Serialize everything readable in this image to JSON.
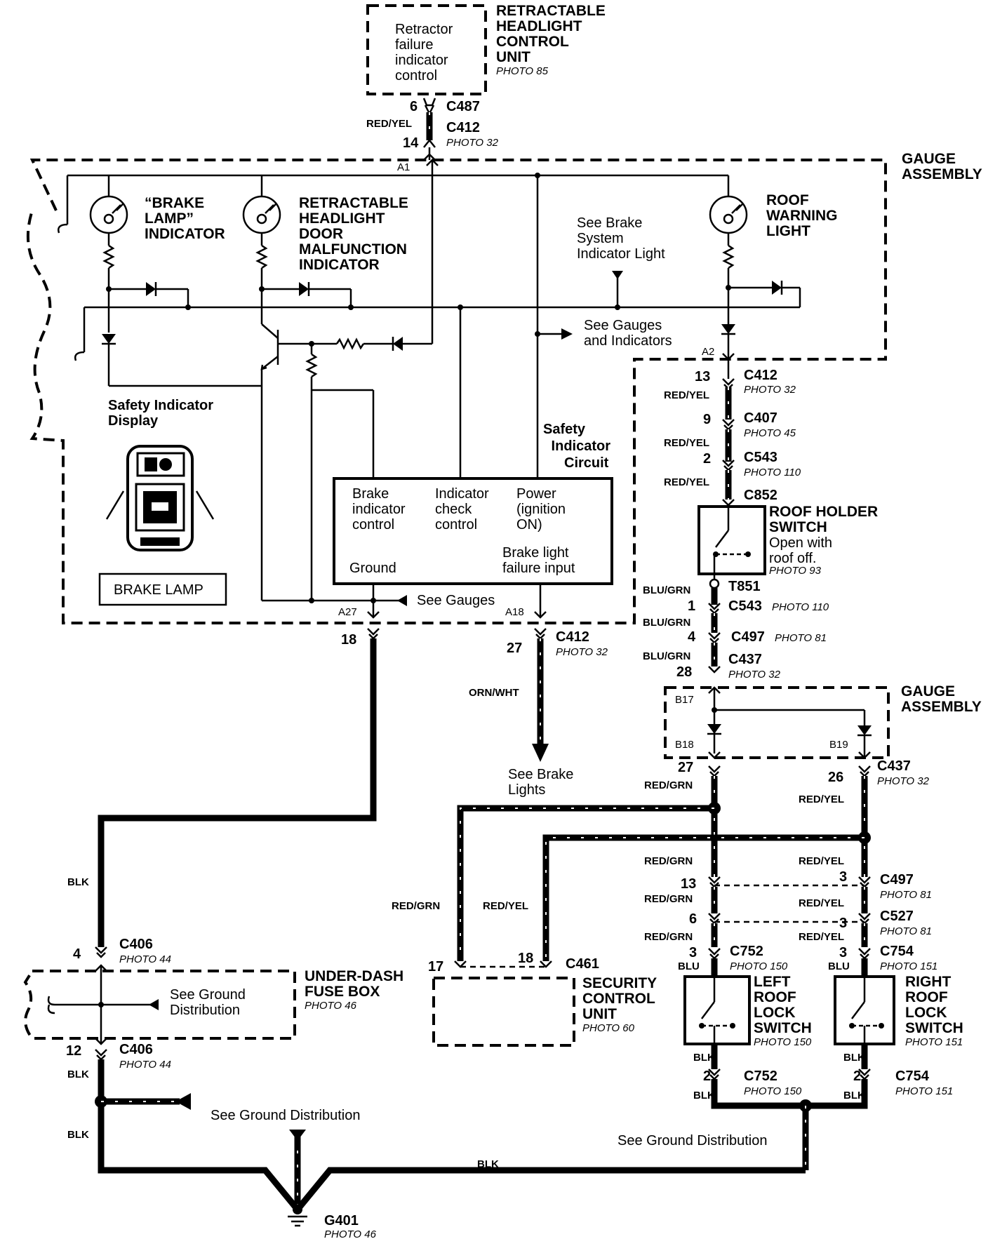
{
  "headlight_unit": {
    "inner": [
      "Retractor",
      "failure",
      "indicator",
      "control"
    ],
    "title": [
      "RETRACTABLE",
      "HEADLIGHT",
      "CONTROL",
      "UNIT"
    ],
    "photo": "PHOTO 85"
  },
  "top_connector": {
    "pin_c487": "6",
    "c487": "C487",
    "wire": "RED/YEL",
    "pin_c412": "14",
    "c412": "C412",
    "photo": "PHOTO 32"
  },
  "gauge_assembly_top": [
    "GAUGE",
    "ASSEMBLY"
  ],
  "brake_lamp_indicator": [
    "“BRAKE",
    "LAMP”",
    "INDICATOR"
  ],
  "door_malfunction_indicator": [
    "RETRACTABLE",
    "HEADLIGHT",
    "DOOR",
    "MALFUNCTION",
    "INDICATOR"
  ],
  "roof_warning_light": [
    "ROOF",
    "WARNING",
    "LIGHT"
  ],
  "see_brake_system": [
    "See Brake",
    "System",
    "Indicator Light"
  ],
  "see_gauges_indicators": [
    "See Gauges",
    "and Indicators"
  ],
  "terminal_labels": {
    "a1": "A1",
    "a2": "A2",
    "a27": "A27",
    "a18": "A18"
  },
  "safety_display": {
    "label": [
      "Safety Indicator",
      "Display"
    ],
    "panel_caption": "BRAKE LAMP"
  },
  "safety_circuit": {
    "label": [
      "Safety",
      "Indicator",
      "Circuit"
    ],
    "brake_control": [
      "Brake",
      "indicator",
      "control"
    ],
    "check_control": [
      "Indicator",
      "check",
      "control"
    ],
    "power": [
      "Power",
      "(ignition",
      "ON)"
    ],
    "ground": "Ground",
    "failure_input": [
      "Brake light",
      "failure input"
    ]
  },
  "see_gauges": "See Gauges",
  "right_chain": {
    "c412": {
      "pin": "13",
      "name": "C412",
      "photo": "PHOTO 32",
      "wire": "RED/YEL"
    },
    "c407": {
      "pin": "9",
      "name": "C407",
      "photo": "PHOTO 45",
      "wire": "RED/YEL"
    },
    "c543": {
      "pin": "2",
      "name": "C543",
      "photo": "PHOTO 110",
      "wire": "RED/YEL"
    },
    "c852": "C852"
  },
  "roof_holder_switch": {
    "title": [
      "ROOF HOLDER",
      "SWITCH"
    ],
    "desc": [
      "Open with",
      "roof off."
    ],
    "photo": "PHOTO 93"
  },
  "lower_chain": {
    "t851": "T851",
    "wire": "BLU/GRN",
    "c543": {
      "pin": "1",
      "name": "C543",
      "photo": "PHOTO 110"
    },
    "c497": {
      "pin": "4",
      "name": "C497",
      "photo": "PHOTO 81"
    },
    "c437": {
      "pin": "28",
      "name": "C437",
      "photo": "PHOTO 32"
    }
  },
  "gauge_assembly_bottom": {
    "title": [
      "GAUGE",
      "ASSEMBLY"
    ],
    "b17": "B17",
    "b18": "B18",
    "b19": "B19"
  },
  "c437_bottom": {
    "pin_left": "27",
    "pin_right": "26",
    "name": "C437",
    "photo": "PHOTO 32",
    "wire_left": "RED/GRN",
    "wire_right": "RED/YEL"
  },
  "left_output": {
    "pin": "18"
  },
  "center_output": {
    "pin": "27",
    "name": "C412",
    "photo": "PHOTO 32",
    "wire": "ORN/WHT",
    "see": [
      "See Brake",
      "Lights"
    ]
  },
  "security": {
    "wire_left": "RED/GRN",
    "wire_right": "RED/YEL",
    "pin_left": "17",
    "pin_right": "18",
    "connector": "C461",
    "title": [
      "SECURITY",
      "CONTROL",
      "UNIT"
    ],
    "photo": "PHOTO 60"
  },
  "lock_chain": {
    "wire_grn": "RED/GRN",
    "wire_yel": "RED/YEL",
    "c497": {
      "pin_left": "13",
      "pin_right": "3",
      "name": "C497",
      "photo": "PHOTO 81"
    },
    "c527": {
      "pin_left": "6",
      "pin_right": "3",
      "name": "C527",
      "photo": "PHOTO 81"
    },
    "c752": {
      "pin": "3",
      "name": "C752",
      "photo": "PHOTO 150",
      "wire": "BLU"
    },
    "c754": {
      "pin": "3",
      "name": "C754",
      "photo": "PHOTO 151",
      "wire": "BLU"
    }
  },
  "left_lock_switch": {
    "title": [
      "LEFT",
      "ROOF",
      "LOCK",
      "SWITCH"
    ],
    "photo": "PHOTO 150"
  },
  "right_lock_switch": {
    "title": [
      "RIGHT",
      "ROOF",
      "LOCK",
      "SWITCH"
    ],
    "photo": "PHOTO 151"
  },
  "lock_ground": {
    "wire": "BLK",
    "c752": {
      "pin": "2",
      "name": "C752",
      "photo": "PHOTO 150"
    },
    "c754": {
      "pin": "2",
      "name": "C754",
      "photo": "PHOTO 151"
    }
  },
  "fuse_box": {
    "c406_top": {
      "pin": "4",
      "name": "C406",
      "photo": "PHOTO 44"
    },
    "title": [
      "UNDER-DASH",
      "FUSE BOX"
    ],
    "photo": "PHOTO 46",
    "see": [
      "See Ground",
      "Distribution"
    ],
    "c406_bottom": {
      "pin": "12",
      "name": "C406",
      "photo": "PHOTO 44"
    }
  },
  "ground": {
    "wire": "BLK",
    "see_left": "See Ground Distribution",
    "see_right": "See Ground Distribution",
    "name": "G401",
    "photo": "PHOTO 46"
  }
}
